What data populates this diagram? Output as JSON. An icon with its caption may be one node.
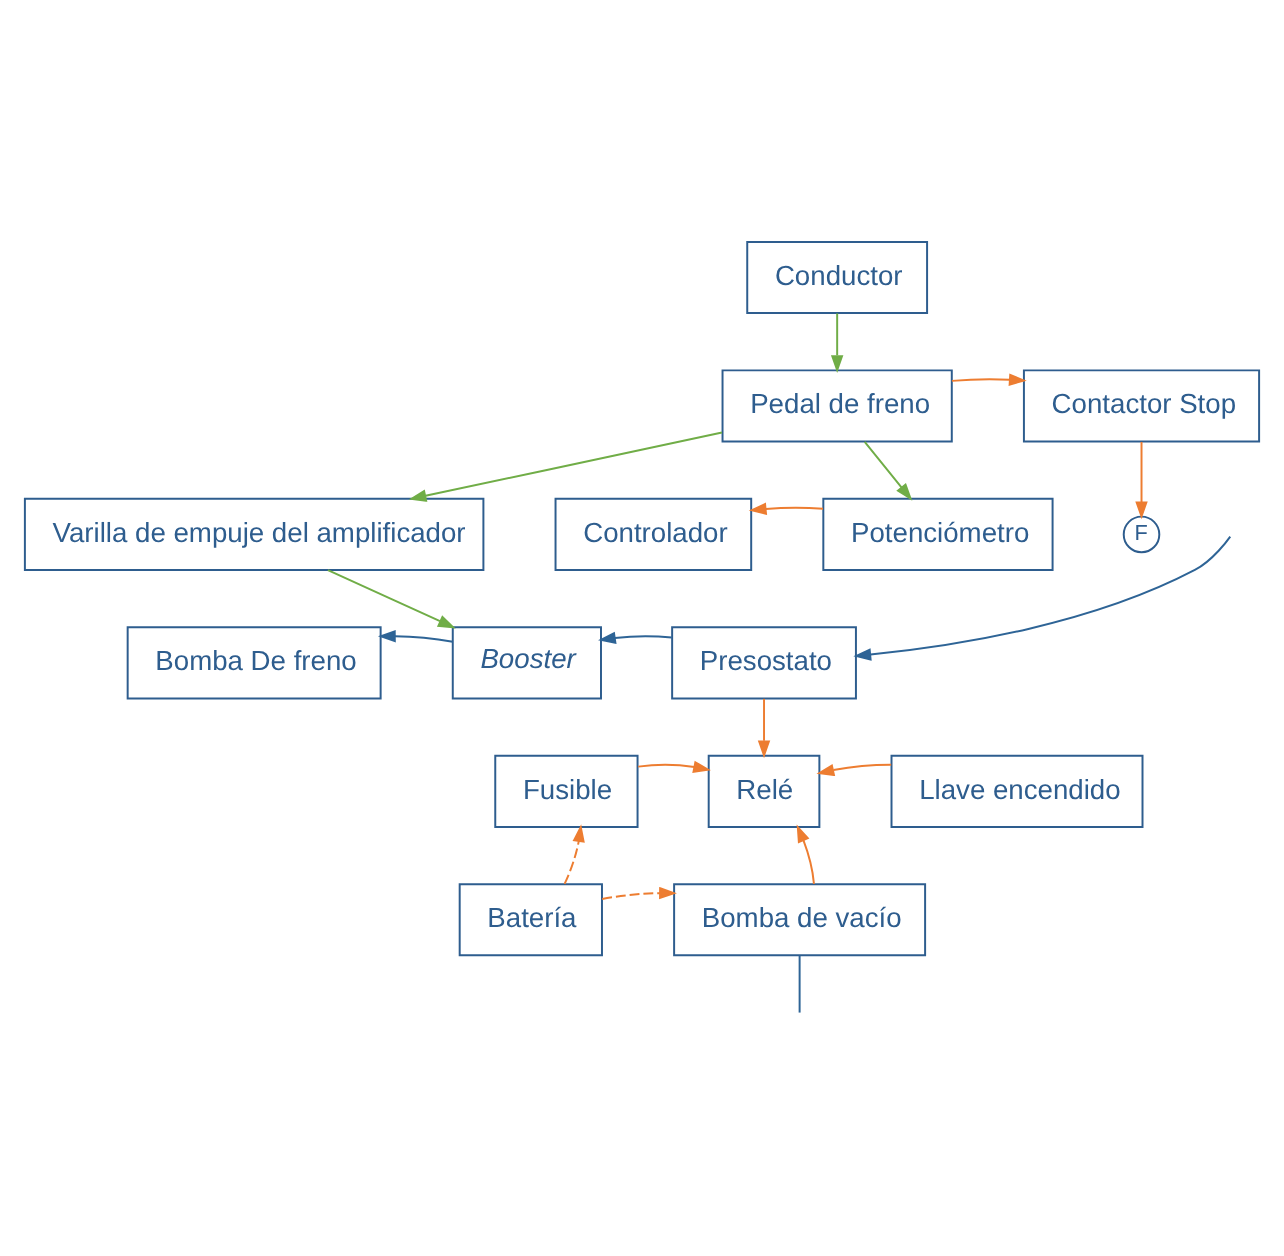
{
  "diagram": {
    "nodes": [
      {
        "text": [
          "Conductor"
        ]
      },
      {
        "text": [
          "Pedal de freno"
        ]
      },
      {
        "text": [
          "Contactor Stop"
        ]
      },
      {
        "text": [
          "Controlador"
        ]
      },
      {
        "text": [
          "Potenciómetro"
        ]
      },
      {
        "text": [
          "F"
        ]
      },
      {
        "text": [
          "Varilla de empuje del amplificador"
        ]
      },
      {
        "text": [
          "Bomba De freno"
        ]
      },
      {
        "text": [
          "*Booster*"
        ]
      },
      {
        "text": [
          "Presostato"
        ]
      },
      {
        "text": [
          "Fusible"
        ]
      },
      {
        "text": [
          "Relé"
        ]
      },
      {
        "text": [
          "Llave encendido"
        ]
      },
      {
        "text": [
          "Batería"
        ]
      },
      {
        "text": [
          "Bomba de vacío"
        ]
      }
    ],
    "edges": [
      {
        "from": 0,
        "to": 1,
        "arrow": "to",
        "color": "#70ad47"
      },
      {
        "from": 1,
        "to": 2,
        "arrow": "to"
      },
      {
        "from": 2,
        "to": 5,
        "arrow": "to"
      },
      {
        "from": 1,
        "to": 4,
        "arrow": "to",
        "color": "#70ad47"
      },
      {
        "from": 4,
        "to": 3,
        "arrow": "to"
      },
      {
        "from": 1,
        "to": 6,
        "arrow": "to",
        "color": "#70ad47"
      },
      {
        "from": 6,
        "to": 8,
        "arrow": "to",
        "color": "#70ad47"
      },
      {
        "from": null,
        "to": 9,
        "arrow": "to",
        "color": "#2e6496"
      },
      {
        "from": 9,
        "to": 8,
        "arrow": "to",
        "color": "#2e6496"
      },
      {
        "from": 8,
        "to": 7,
        "arrow": "to",
        "color": "#2e6496"
      },
      {
        "from": 9,
        "to": 11,
        "arrow": "to"
      },
      {
        "from": 10,
        "to": 11,
        "arrow": "to"
      },
      {
        "from": 12,
        "to": 11,
        "arrow": "to"
      },
      {
        "from": 14,
        "to": 11,
        "arrow": "to"
      },
      {
        "from": 13,
        "to": 10,
        "arrow": "to",
        "style": "dashed"
      },
      {
        "from": 13,
        "to": 14,
        "arrow": "to",
        "style": "dashed"
      },
      {
        "from": 14,
        "to": null,
        "arrow": "none",
        "color": "#2e6496"
      }
    ]
  }
}
